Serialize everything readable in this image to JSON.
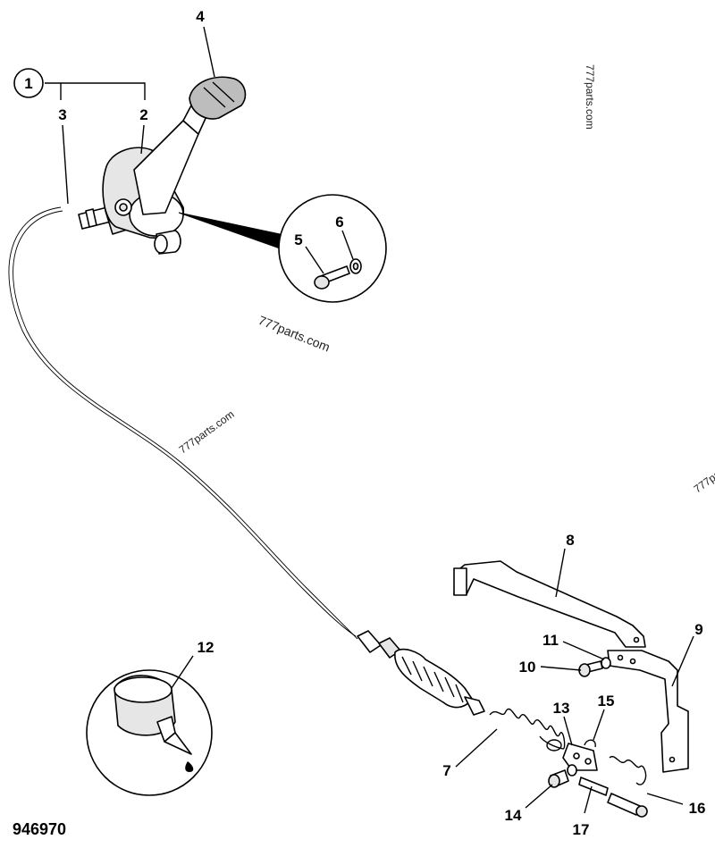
{
  "diagram": {
    "drawing_number": "946970",
    "watermarks": [
      "777parts.com",
      "777parts.com",
      "777parts.com",
      "777pa"
    ],
    "callouts": {
      "c1": "1",
      "c2": "2",
      "c3": "3",
      "c4": "4",
      "c5": "5",
      "c6": "6",
      "c7": "7",
      "c8": "8",
      "c9": "9",
      "c10": "10",
      "c11": "11",
      "c12": "12",
      "c13": "13",
      "c14": "14",
      "c15": "15",
      "c16": "16",
      "c17": "17"
    }
  }
}
